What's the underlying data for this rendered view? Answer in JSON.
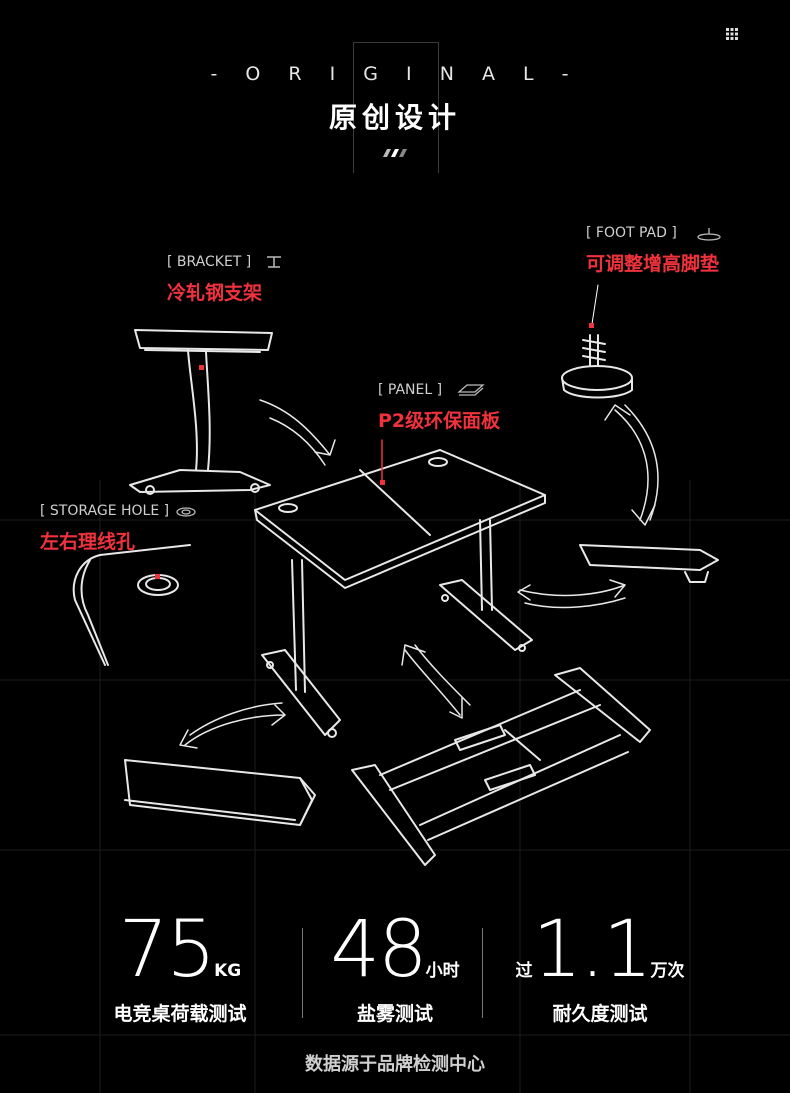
{
  "header": {
    "subtitle": "- O R I G I N A L -",
    "title": "原创设计"
  },
  "callouts": {
    "bracket": {
      "en": "[ BRACKET ]",
      "cn": "冷轧钢支架"
    },
    "foot_pad": {
      "en": "[ FOOT PAD ]",
      "cn": "可调整增高脚垫"
    },
    "panel": {
      "en": "[ PANEL ]",
      "cn": "P2级环保面板"
    },
    "storage_hole": {
      "en": "[ STORAGE HOLE ]",
      "cn": "左右理线孔"
    }
  },
  "stats": [
    {
      "prefix": "",
      "value": "75",
      "unit": "KG",
      "label": "电竞桌荷载测试"
    },
    {
      "prefix": "",
      "value": "48",
      "unit": "小时",
      "label": "盐雾测试"
    },
    {
      "prefix": "过",
      "value": "1.1",
      "unit": "万次",
      "label": "耐久度测试"
    }
  ],
  "footer": {
    "note": "数据源于品牌检测中心"
  },
  "colors": {
    "background": "#000000",
    "accent_red": "#f0323c",
    "text": "#ffffff"
  }
}
